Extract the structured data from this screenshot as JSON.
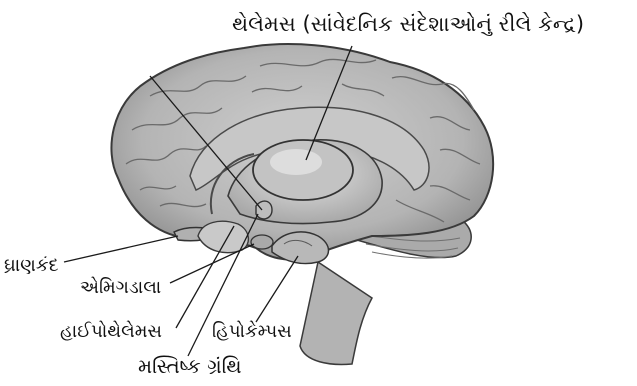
{
  "labels": {
    "thalamus": "થેલેમસ (સાંવેદનિક સંદેશાઓનું રીલે કેન્દ્ર)",
    "olfactory_bulb": "ઘ્રાણકંદ",
    "amygdala": "એમિગડાલા",
    "hypothalamus": "હાઈપોથેલેમસ",
    "hippocampus": "હિપોકેમ્પસ",
    "pituitary_gland": "મસ્તિષ્ક ગ્રંથિ"
  },
  "colors": {
    "cortex_fill": "#b9b9b9",
    "cortex_dark": "#8f8f8f",
    "inner_fill": "#d6d6d6",
    "outline": "#3a3a3a",
    "leader_line": "#1a1a1a"
  }
}
